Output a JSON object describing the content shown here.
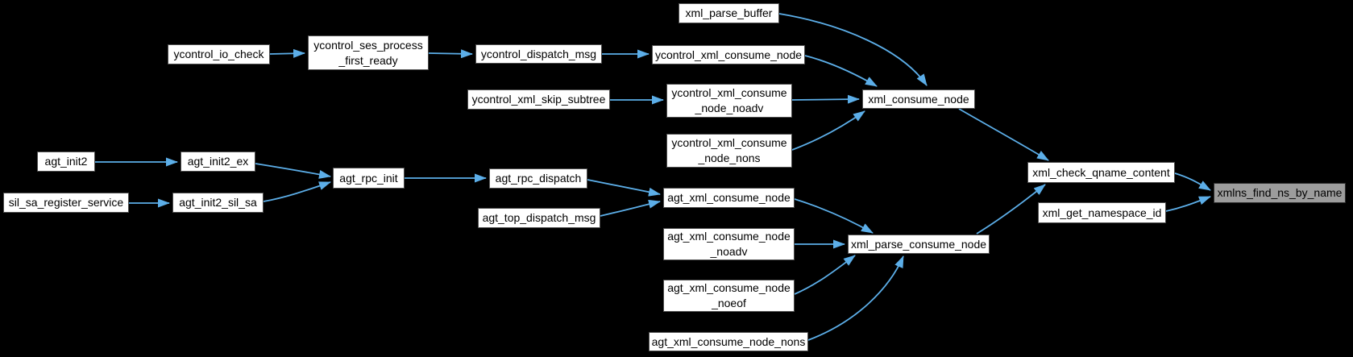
{
  "diagram": {
    "type": "call-graph",
    "colors": {
      "background": "#000000",
      "edge": "#5caee8",
      "node_fill": "#ffffff",
      "node_border": "#4f4f4f",
      "current_node_fill": "#9c9c9c",
      "text": "#000000"
    },
    "current_function": "xmlns_find_ns_by_name",
    "nodes": [
      {
        "id": "xml_parse_buffer",
        "label": "xml_parse_buffer"
      },
      {
        "id": "ycontrol_io_check",
        "label": "ycontrol_io_check"
      },
      {
        "id": "ycontrol_ses_process_first_ready",
        "label": "ycontrol_ses_process\n_first_ready"
      },
      {
        "id": "ycontrol_dispatch_msg",
        "label": "ycontrol_dispatch_msg"
      },
      {
        "id": "ycontrol_xml_consume_node",
        "label": "ycontrol_xml_consume_node"
      },
      {
        "id": "ycontrol_xml_skip_subtree",
        "label": "ycontrol_xml_skip_subtree"
      },
      {
        "id": "ycontrol_xml_consume_node_noadv",
        "label": "ycontrol_xml_consume\n_node_noadv"
      },
      {
        "id": "ycontrol_xml_consume_node_nons",
        "label": "ycontrol_xml_consume\n_node_nons"
      },
      {
        "id": "xml_consume_node",
        "label": "xml_consume_node"
      },
      {
        "id": "agt_init2",
        "label": "agt_init2"
      },
      {
        "id": "agt_init2_ex",
        "label": "agt_init2_ex"
      },
      {
        "id": "sil_sa_register_service",
        "label": "sil_sa_register_service"
      },
      {
        "id": "agt_init2_sil_sa",
        "label": "agt_init2_sil_sa"
      },
      {
        "id": "agt_rpc_init",
        "label": "agt_rpc_init"
      },
      {
        "id": "agt_rpc_dispatch",
        "label": "agt_rpc_dispatch"
      },
      {
        "id": "agt_top_dispatch_msg",
        "label": "agt_top_dispatch_msg"
      },
      {
        "id": "agt_xml_consume_node",
        "label": "agt_xml_consume_node"
      },
      {
        "id": "agt_xml_consume_node_noadv",
        "label": "agt_xml_consume_node\n_noadv"
      },
      {
        "id": "agt_xml_consume_node_noeof",
        "label": "agt_xml_consume_node\n_noeof"
      },
      {
        "id": "agt_xml_consume_node_nons",
        "label": "agt_xml_consume_node_nons"
      },
      {
        "id": "xml_parse_consume_node",
        "label": "xml_parse_consume_node"
      },
      {
        "id": "xml_check_qname_content",
        "label": "xml_check_qname_content"
      },
      {
        "id": "xml_get_namespace_id",
        "label": "xml_get_namespace_id"
      },
      {
        "id": "xmlns_find_ns_by_name",
        "label": "xmlns_find_ns_by_name"
      }
    ],
    "edges": [
      {
        "from": "ycontrol_io_check",
        "to": "ycontrol_ses_process_first_ready"
      },
      {
        "from": "ycontrol_ses_process_first_ready",
        "to": "ycontrol_dispatch_msg"
      },
      {
        "from": "ycontrol_dispatch_msg",
        "to": "ycontrol_xml_consume_node"
      },
      {
        "from": "xml_parse_buffer",
        "to": "xml_consume_node"
      },
      {
        "from": "ycontrol_xml_consume_node",
        "to": "xml_consume_node"
      },
      {
        "from": "ycontrol_xml_skip_subtree",
        "to": "ycontrol_xml_consume_node_noadv"
      },
      {
        "from": "ycontrol_xml_consume_node_noadv",
        "to": "xml_consume_node"
      },
      {
        "from": "ycontrol_xml_consume_node_nons",
        "to": "xml_consume_node"
      },
      {
        "from": "xml_consume_node",
        "to": "xml_check_qname_content"
      },
      {
        "from": "agt_init2",
        "to": "agt_init2_ex"
      },
      {
        "from": "agt_init2_ex",
        "to": "agt_rpc_init"
      },
      {
        "from": "sil_sa_register_service",
        "to": "agt_init2_sil_sa"
      },
      {
        "from": "agt_init2_sil_sa",
        "to": "agt_rpc_init"
      },
      {
        "from": "agt_rpc_init",
        "to": "agt_rpc_dispatch"
      },
      {
        "from": "agt_rpc_dispatch",
        "to": "agt_xml_consume_node"
      },
      {
        "from": "agt_top_dispatch_msg",
        "to": "agt_xml_consume_node"
      },
      {
        "from": "agt_xml_consume_node",
        "to": "xml_parse_consume_node"
      },
      {
        "from": "agt_xml_consume_node_noadv",
        "to": "xml_parse_consume_node"
      },
      {
        "from": "agt_xml_consume_node_noeof",
        "to": "xml_parse_consume_node"
      },
      {
        "from": "agt_xml_consume_node_nons",
        "to": "xml_parse_consume_node"
      },
      {
        "from": "xml_parse_consume_node",
        "to": "xml_check_qname_content"
      },
      {
        "from": "xml_check_qname_content",
        "to": "xmlns_find_ns_by_name"
      },
      {
        "from": "xml_get_namespace_id",
        "to": "xmlns_find_ns_by_name"
      }
    ]
  }
}
